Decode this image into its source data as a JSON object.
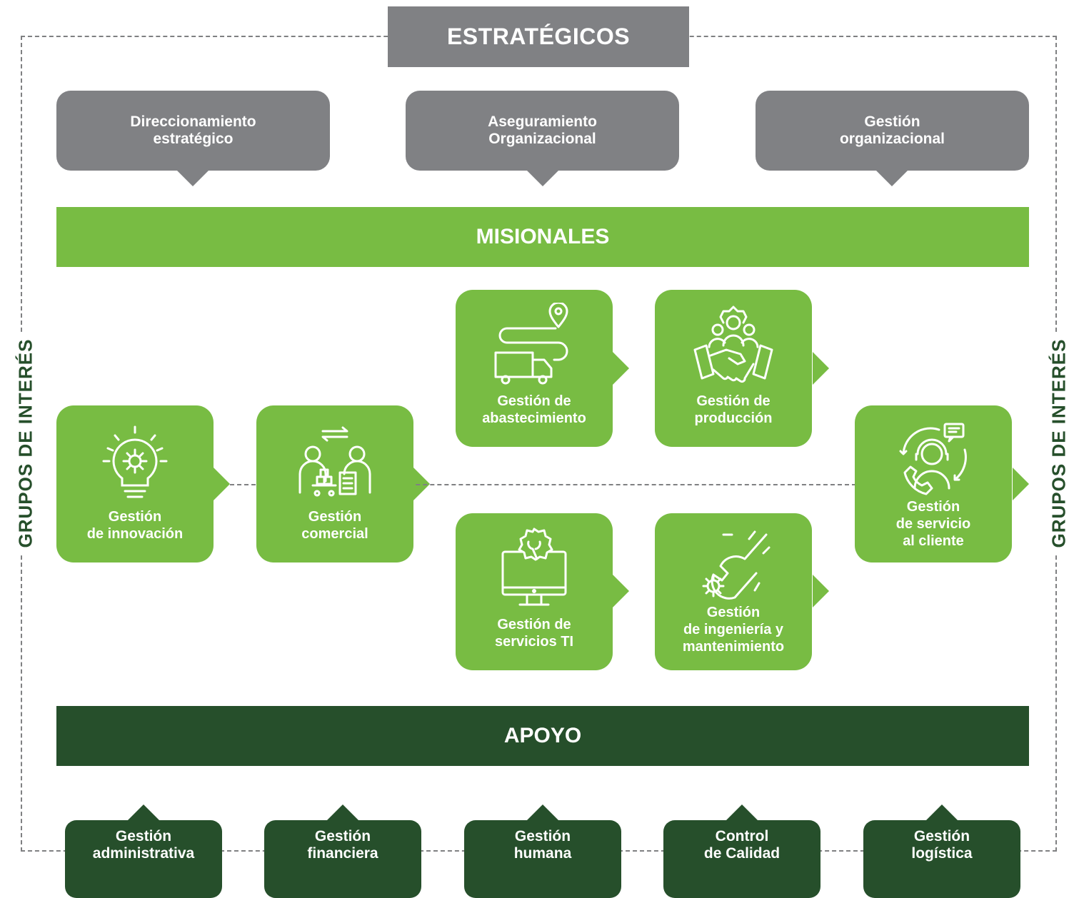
{
  "header": {
    "strategic_title": "ESTRATÉGICOS",
    "missional_title": "MISIONALES",
    "support_title": "APOYO"
  },
  "side_labels": {
    "left": "GRUPOS DE INTERÉS",
    "right": "GRUPOS DE INTERÉS"
  },
  "strategic": [
    {
      "line1": "Direccionamiento",
      "line2": "estratégico"
    },
    {
      "line1": "Aseguramiento",
      "line2": "Organizacional"
    },
    {
      "line1": "Gestión",
      "line2": "organizacional"
    }
  ],
  "missional": {
    "innovacion": {
      "line1": "Gestión",
      "line2": "de innovación",
      "icon": "lightbulb-gear-icon"
    },
    "comercial": {
      "line1": "Gestión",
      "line2": "comercial",
      "icon": "commerce-people-icon"
    },
    "abastecimiento": {
      "line1": "Gestión de",
      "line2": "abastecimiento",
      "icon": "delivery-truck-icon"
    },
    "produccion": {
      "line1": "Gestión de",
      "line2": "producción",
      "icon": "handshake-team-icon"
    },
    "servicios_ti": {
      "line1": "Gestión de",
      "line2": "servicios TI",
      "icon": "monitor-gear-icon"
    },
    "ingenieria": {
      "line1": "Gestión",
      "line2": "de ingeniería y",
      "line3": "mantenimiento",
      "icon": "wrench-gear-icon"
    },
    "servicio_cliente": {
      "line1": "Gestión",
      "line2": "de servicio",
      "line3": "al cliente",
      "icon": "customer-support-icon"
    }
  },
  "support": [
    {
      "line1": "Gestión",
      "line2": "administrativa"
    },
    {
      "line1": "Gestión",
      "line2": "financiera"
    },
    {
      "line1": "Gestión",
      "line2": "humana"
    },
    {
      "line1": "Control",
      "line2": "de Calidad"
    },
    {
      "line1": "Gestión",
      "line2": "logística"
    }
  ],
  "colors": {
    "grey": "#808184",
    "green": "#78bc43",
    "dark_green": "#264f2b",
    "dash": "#7f8082"
  }
}
